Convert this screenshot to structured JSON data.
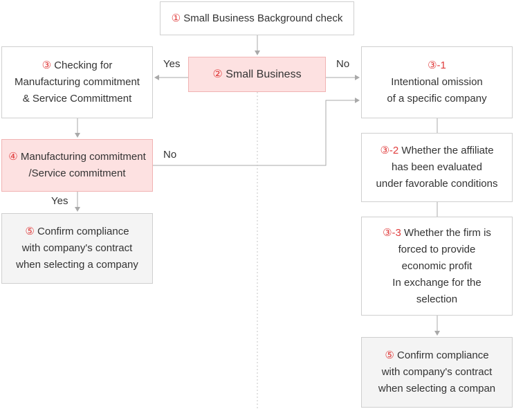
{
  "colors": {
    "accent": "#e03c3c",
    "highlight": "#fde1e1",
    "line": "#a9a9a9"
  },
  "nodes": {
    "background_check": {
      "num": "①",
      "lines": [
        "Small Business Background check"
      ]
    },
    "small_business": {
      "num": "②",
      "lines": [
        "Small Business"
      ]
    },
    "checking": {
      "num": "③",
      "lines": [
        "Checking for",
        "Manufacturing commitment",
        "& Service Committment"
      ]
    },
    "intentional_omission": {
      "num": "③-1",
      "lines": [
        "Intentional omission",
        "of a specific company"
      ]
    },
    "commitment": {
      "num": "④",
      "lines": [
        "Manufacturing commitment",
        "/Service commitment"
      ]
    },
    "affiliate": {
      "num": "③-2",
      "lines": [
        "Whether the affiliate",
        "has been evaluated",
        "under favorable conditions"
      ]
    },
    "confirm_left": {
      "num": "⑤",
      "lines": [
        "Confirm compliance",
        "with company's contract",
        "when selecting a company"
      ]
    },
    "forced_profit": {
      "num": "③-3",
      "lines": [
        "Whether the firm is",
        "forced to provide",
        "economic profit",
        "In exchange for the",
        "selection"
      ]
    },
    "confirm_right": {
      "num": "⑤",
      "lines": [
        "Confirm compliance",
        "with company's contract",
        "when selecting a compan"
      ]
    }
  },
  "edge_labels": {
    "yes_1": "Yes",
    "no_1": "No",
    "no_2": "No",
    "yes_2": "Yes"
  }
}
